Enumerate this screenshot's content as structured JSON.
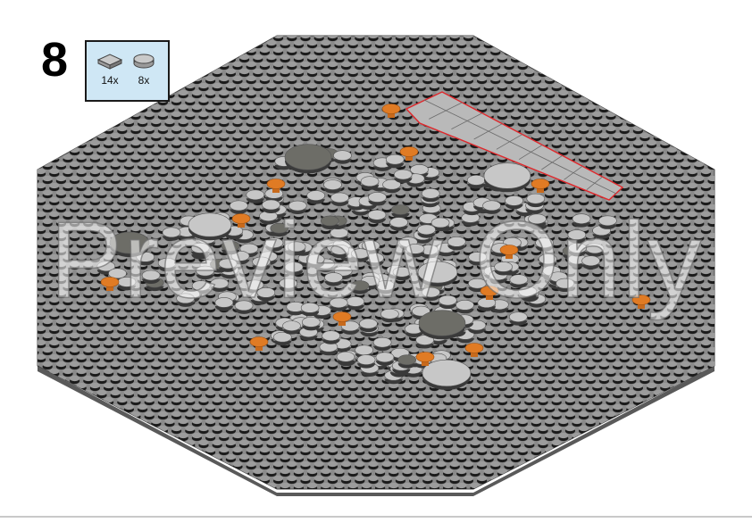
{
  "step": {
    "number": "8"
  },
  "parts_list": [
    {
      "name": "flat-tile-2x2",
      "quantity": "14x",
      "color": "#bdbdbd"
    },
    {
      "name": "round-tile-2x2",
      "quantity": "8x",
      "color": "#bdbdbd"
    }
  ],
  "watermark": {
    "text": "Preview Only"
  },
  "colors": {
    "baseplate": "#8a8a8a",
    "stud_top": "#9c9c9c",
    "stud_shadow": "#1b1b1b",
    "light_gray_tile": "#c7c7c7",
    "dark_gray_tile": "#6d6d67",
    "orange_element": "#e07b24",
    "highlight_outline": "#e0282c",
    "parts_box_background": "#cfe7f5"
  }
}
